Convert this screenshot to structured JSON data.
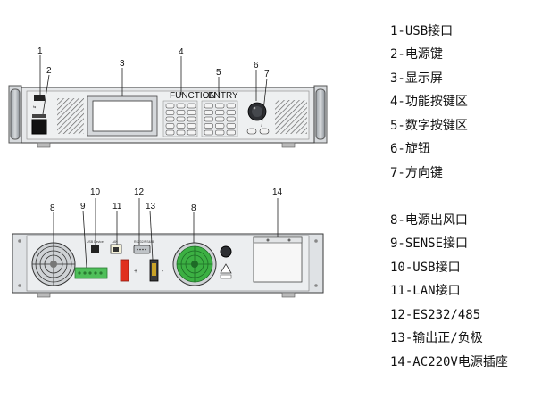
{
  "callouts": [
    "1",
    "2",
    "3",
    "4",
    "5",
    "6",
    "7",
    "8",
    "9",
    "10",
    "11",
    "12",
    "13",
    "14",
    "8"
  ],
  "panel_text": {
    "function_label": "FUNCTION",
    "entry_label": "ENTRY",
    "usb_device_label": "USB Device",
    "lan_label": "LAN",
    "rs_label": "RS232/RS485",
    "plus": "+",
    "minus": "-"
  },
  "legend": [
    "1-USB接口",
    "2-电源键",
    "3-显示屏",
    "4-功能按键区",
    "5-数字按键区",
    "6-旋钮",
    "7-方向键",
    "8-电源出风口",
    "9-SENSE接口",
    "10-USB接口",
    "11-LAN接口",
    "12-ES232/485",
    "13-输出正/负极",
    "14-AC220V电源插座"
  ],
  "colors": {
    "frame": "#c9ccd0",
    "panel": "#e6e8ea",
    "outline": "#3a3a3a",
    "screen": "#ffffff",
    "terminal_red": "#e0301e",
    "terminal_green": "#4fbf5a",
    "fan_green": "#3cb043"
  }
}
